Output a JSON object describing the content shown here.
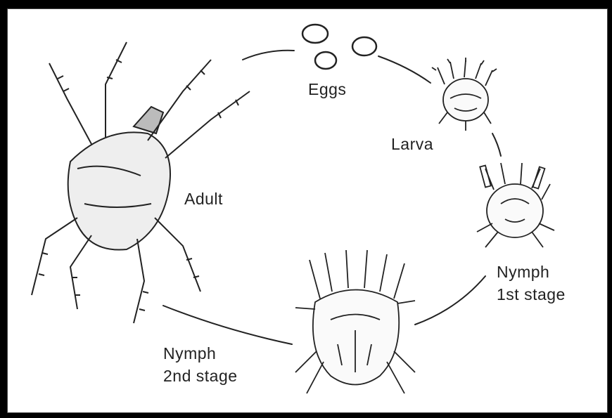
{
  "diagram": {
    "labels": {
      "eggs": "Eggs",
      "larva": "Larva",
      "adult": "Adult",
      "nymph1_line1": "Nymph",
      "nymph1_line2": "1st stage",
      "nymph2_line1": "Nymph",
      "nymph2_line2": "2nd stage"
    },
    "colors": {
      "frame": "#000000",
      "background": "#ffffff",
      "ink": "#222222"
    }
  }
}
